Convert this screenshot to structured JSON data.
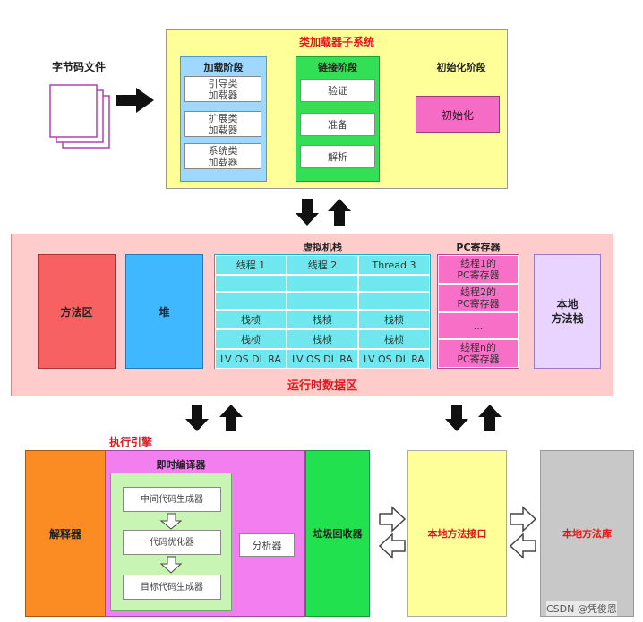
{
  "file": {
    "label": "字节码文件"
  },
  "class_loader": {
    "title": "类加载器子系统",
    "loading": {
      "title": "加载阶段",
      "items": [
        "引导类\n加载器",
        "扩展类\n加载器",
        "系统类\n加载器"
      ]
    },
    "linking": {
      "title": "链接阶段",
      "items": [
        "验证",
        "准备",
        "解析"
      ]
    },
    "init": {
      "title": "初始化阶段",
      "box": "初始化"
    }
  },
  "runtime": {
    "title": "运行时数据区",
    "method_area": "方法区",
    "heap": "堆",
    "vm_stack": {
      "title": "虚拟机栈",
      "threads": [
        "线程 1",
        "线程 2",
        "Thread 3"
      ],
      "frame": "栈桢",
      "frame_detail": "LV OS DL RA"
    },
    "pc": {
      "title": "PC寄存器",
      "items": [
        "线程1的\nPC寄存器",
        "线程2的\nPC寄存器",
        "...",
        "线程n的\nPC寄存器"
      ]
    },
    "native_stack": "本地\n方法栈"
  },
  "engine": {
    "title": "执行引擎",
    "interpreter": "解释器",
    "jit": {
      "title": "即时编译器",
      "steps": [
        "中间代码生成器",
        "代码优化器",
        "目标代码生成器"
      ],
      "analyzer": "分析器"
    },
    "gc": "垃圾回收器"
  },
  "native_interface": "本地方法接口",
  "native_library": "本地方法库",
  "watermark": "CSDN @凭俊恩"
}
